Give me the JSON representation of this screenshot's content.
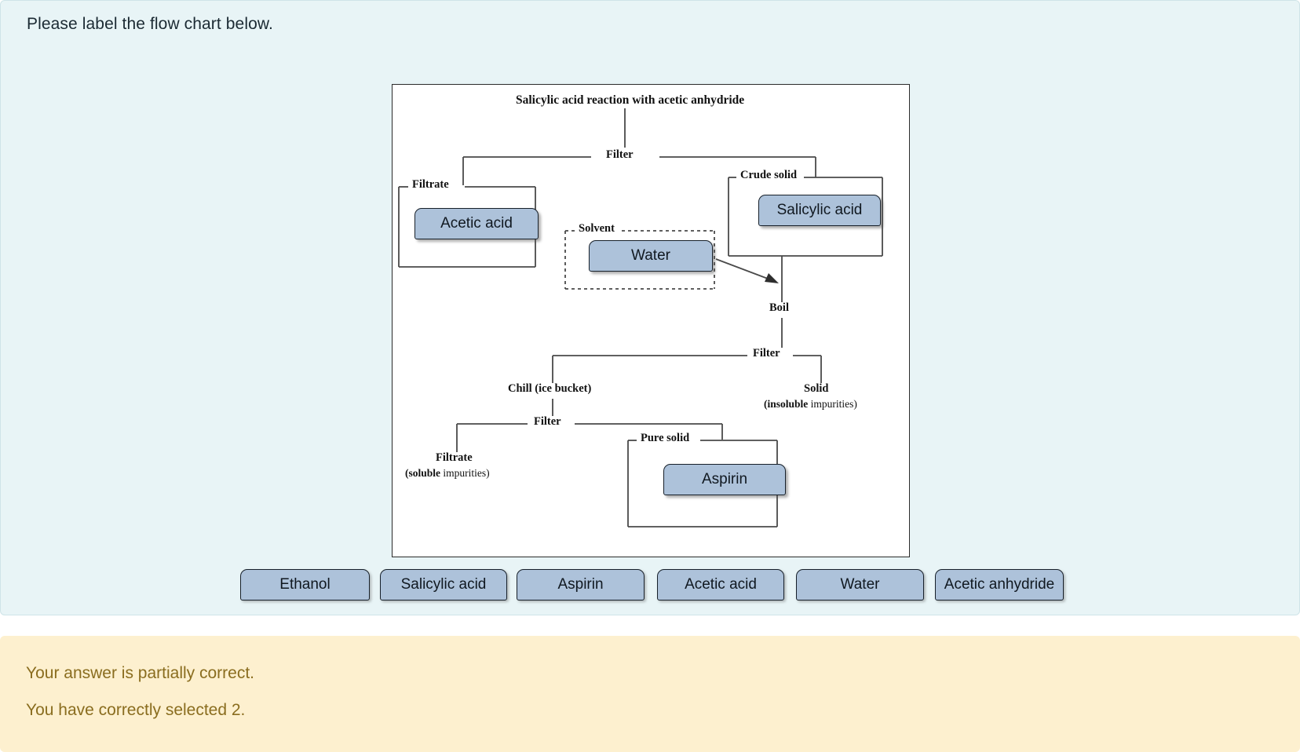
{
  "prompt": "Please label the flow chart below.",
  "chart": {
    "title": "Salicylic acid reaction with acetic anhydride",
    "nodes": {
      "filter_top": "Filter",
      "filtrate_left": "Filtrate",
      "crude_solid": "Crude solid",
      "solvent": "Solvent",
      "boil": "Boil",
      "filter_mid": "Filter",
      "chill": "Chill (ice bucket)",
      "solid_main": "Solid",
      "solid_sub": "(insoluble impurities)",
      "filter_low": "Filter",
      "filtrate_low_main": "Filtrate",
      "filtrate_low_sub": "(soluble impurities)",
      "pure_solid": "Pure solid"
    },
    "answers": [
      {
        "slot": "filtrate-answer",
        "value": "Acetic acid"
      },
      {
        "slot": "crude-solid-answer",
        "value": "Salicylic acid"
      },
      {
        "slot": "solvent-answer",
        "value": "Water"
      },
      {
        "slot": "pure-solid-answer",
        "value": "Aspirin"
      }
    ]
  },
  "word_bank": [
    {
      "label": "Ethanol"
    },
    {
      "label": "Salicylic acid"
    },
    {
      "label": "Aspirin"
    },
    {
      "label": "Acetic acid"
    },
    {
      "label": "Water"
    },
    {
      "label": "Acetic anhydride"
    }
  ],
  "feedback": {
    "line1": "Your answer is partially correct.",
    "line2": "You have correctly selected 2."
  },
  "colors": {
    "card_bg": "#e8f4f6",
    "chip_bg": "#adc2da",
    "feedback_bg": "#fdf0cf",
    "feedback_text": "#8a6d1f"
  }
}
